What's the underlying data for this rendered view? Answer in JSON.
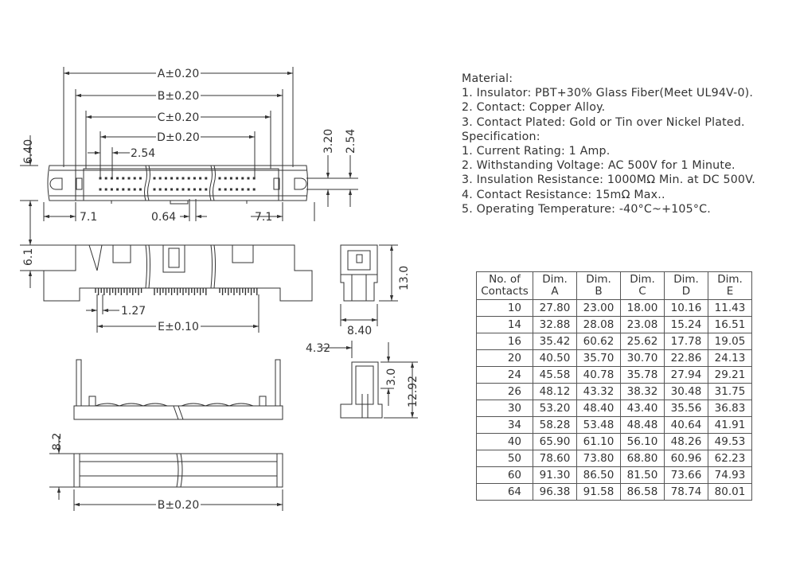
{
  "labels": {
    "a": "A±0.20",
    "b": "B±0.20",
    "c": "C±0.20",
    "d": "D±0.20",
    "e": "E±0.10",
    "b_bottom": "B±0.20",
    "h640": "6.40",
    "h61": "6.1",
    "h82": "8.2",
    "p254": "2.54",
    "p320": "3.20",
    "p254b": "2.54",
    "w71l": "7.1",
    "w064": "0.64",
    "w71r": "7.1",
    "p127": "1.27",
    "h130": "13.0",
    "w840": "8.40",
    "w432": "4.32",
    "h30": "3.0",
    "h1292": "12.92"
  },
  "spec_lines": [
    "Material:",
    "1. Insulator: PBT+30% Glass Fiber(Meet UL94V-0).",
    "2. Contact: Copper Alloy.",
    "3. Contact Plated: Gold or Tin over Nickel Plated.",
    "Specification:",
    "1. Current Rating: 1 Amp.",
    "2. Withstanding Voltage: AC 500V for 1 Minute.",
    "3. Insulation Resistance: 1000MΩ Min. at DC 500V.",
    "4. Contact Resistance: 15mΩ Max..",
    "5. Operating Temperature: -40°C~+105°C."
  ],
  "table": {
    "headers": [
      [
        "No. of",
        "Contacts"
      ],
      [
        "Dim.",
        "A"
      ],
      [
        "Dim.",
        "B"
      ],
      [
        "Dim.",
        "C"
      ],
      [
        "Dim.",
        "D"
      ],
      [
        "Dim.",
        "E"
      ]
    ],
    "rows": [
      [
        "10",
        "27.80",
        "23.00",
        "18.00",
        "10.16",
        "11.43"
      ],
      [
        "14",
        "32.88",
        "28.08",
        "23.08",
        "15.24",
        "16.51"
      ],
      [
        "16",
        "35.42",
        "60.62",
        "25.62",
        "17.78",
        "19.05"
      ],
      [
        "20",
        "40.50",
        "35.70",
        "30.70",
        "22.86",
        "24.13"
      ],
      [
        "24",
        "45.58",
        "40.78",
        "35.78",
        "27.94",
        "29.21"
      ],
      [
        "26",
        "48.12",
        "43.32",
        "38.32",
        "30.48",
        "31.75"
      ],
      [
        "30",
        "53.20",
        "48.40",
        "43.40",
        "35.56",
        "36.83"
      ],
      [
        "34",
        "58.28",
        "53.48",
        "48.48",
        "40.64",
        "41.91"
      ],
      [
        "40",
        "65.90",
        "61.10",
        "56.10",
        "48.26",
        "49.53"
      ],
      [
        "50",
        "78.60",
        "73.80",
        "68.80",
        "60.96",
        "62.23"
      ],
      [
        "60",
        "91.30",
        "86.50",
        "81.50",
        "73.66",
        "74.93"
      ],
      [
        "64",
        "96.38",
        "91.58",
        "86.58",
        "78.74",
        "80.01"
      ]
    ]
  }
}
